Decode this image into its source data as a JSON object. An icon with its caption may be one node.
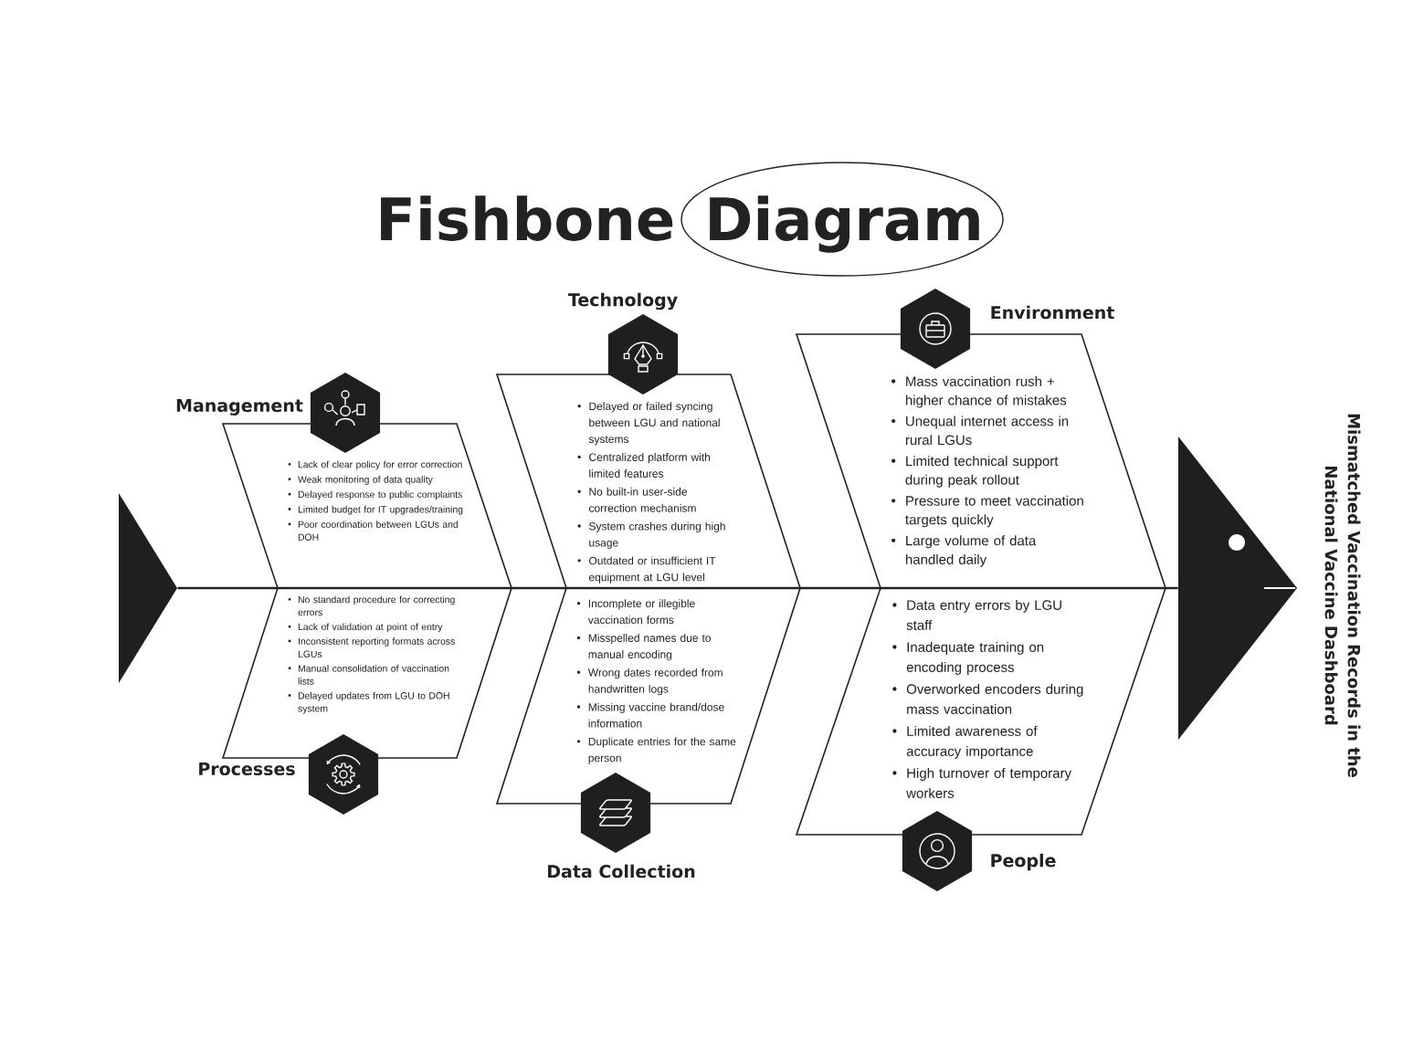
{
  "diagram": {
    "title": "Fishbone Diagram",
    "nodes": [
      {
        "text": [],
        "shape": "triangle"
      },
      {
        "text": [
          "Management",
          "Lack of clear policy for error correction",
          "Weak monitoring of data quality",
          "Delayed response to public complaints",
          "Limited budget for IT upgrades/training",
          "Poor coordination between LGUs and DOH"
        ]
      },
      {
        "text": [
          "Technology",
          "Delayed or failed syncing between LGU and national systems",
          "Centralized platform with limited features",
          "No built-in user-side correction mechanism",
          "System crashes during high usage",
          "Outdated or insufficient IT equipment at LGU level"
        ]
      },
      {
        "text": [
          "Environment",
          "Mass vaccination rush + higher chance of mistakes",
          "Unequal internet access in rural LGUs",
          "Limited technical support during peak rollout",
          "Pressure to meet vaccination targets quickly",
          "Large volume of data handled daily"
        ]
      },
      {
        "text": [
          "No standard procedure for correcting errors",
          "Lack of validation at point of entry",
          "Inconsistent reporting formats across LGUs",
          "Manual consolidation of vaccination lists",
          "Delayed updates from LGU to DOH system",
          "Processes"
        ]
      },
      {
        "text": [
          "Incomplete or illegible vaccination forms",
          "Misspelled names due to manual encoding",
          "Wrong dates recorded from handwritten logs",
          "Missing vaccine brand/dose information",
          "Duplicate entries for the same person",
          "Data Collection"
        ]
      },
      {
        "text": [
          "Data entry errors by LGU staff",
          "Inadequate training on encoding process",
          "Overworked encoders during mass vaccination",
          "Limited awareness of accuracy importance",
          "High turnover of temporary workers",
          "People"
        ]
      },
      {
        "text": [
          "Mismatched Vaccination Records in the National Vaccine Dashboard"
        ]
      }
    ],
    "edges": [
      {
        "from": 0,
        "to": 7,
        "arrow": "none"
      }
    ]
  }
}
